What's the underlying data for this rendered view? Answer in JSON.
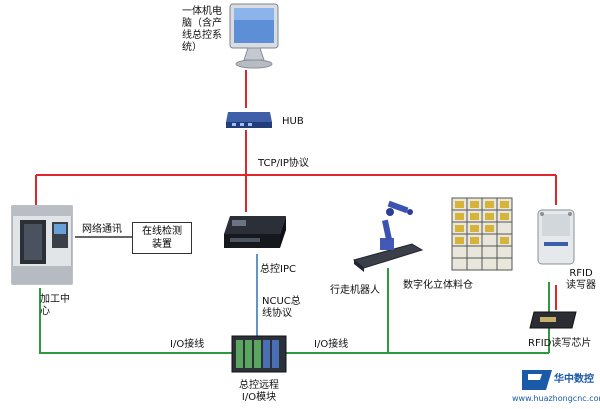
{
  "nodes": {
    "computer": "一体机电\n脑（含产\n线总控系\n统）",
    "hub": "HUB",
    "machining_center": "加工中\n心",
    "inspection": "在线检测\n装置",
    "master_ipc": "总控IPC",
    "robot": "行走机器人",
    "warehouse": "数字化立体料仓",
    "rfid_reader": "RFID\n读写器",
    "rfid_chip": "RFID读写芯片",
    "remote_io": "总控远程\nI/O模块"
  },
  "links": {
    "tcpip": "TCP/IP协议",
    "network": "网络通讯",
    "ncuc": "NCUC总\n线协议",
    "io_left": "I/O接线",
    "io_right": "I/O接线"
  },
  "colors": {
    "tcpip": "#e0262b",
    "io": "#2e9a3f",
    "ncuc": "#2f6fb7",
    "dark": "#333333"
  },
  "brand": {
    "cn": "华中数控",
    "url": "www.huazhongcnc.com"
  }
}
